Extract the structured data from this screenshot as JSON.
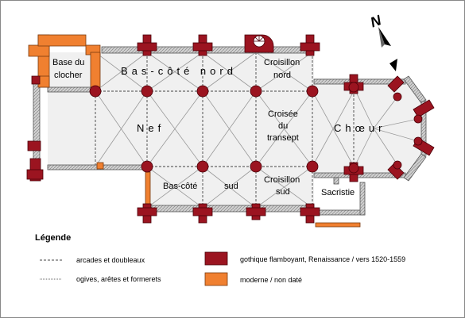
{
  "north": {
    "letter": "N"
  },
  "labels": {
    "base_clocher": [
      "Base du",
      "clocher"
    ],
    "bas_cote_nord": "Bas-côté nord",
    "croisillon_nord": [
      "Croisillon",
      "nord"
    ],
    "nef": "Nef",
    "croisee": [
      "Croisée",
      "du",
      "transept"
    ],
    "choeur": "Chœur",
    "bas_cote_sud": [
      "Bas-côté",
      "sud"
    ],
    "croisillon_sud": [
      "Croisillon",
      "sud"
    ],
    "sacristie": "Sacristie"
  },
  "legend": {
    "title": "Légende",
    "arcades": "arcades et doubleaux",
    "ogives": "ogives, arêtes et formerets",
    "gothique": "gothique flamboyant, Renaissance  / vers 1520-1559",
    "moderne": "moderne / non daté"
  },
  "colors": {
    "gothique": "#9b1420",
    "moderne": "#f08030",
    "wall_grey": "#c8c8c8",
    "wall_edge": "#555555",
    "plan_fill": "#f0f0f0"
  }
}
